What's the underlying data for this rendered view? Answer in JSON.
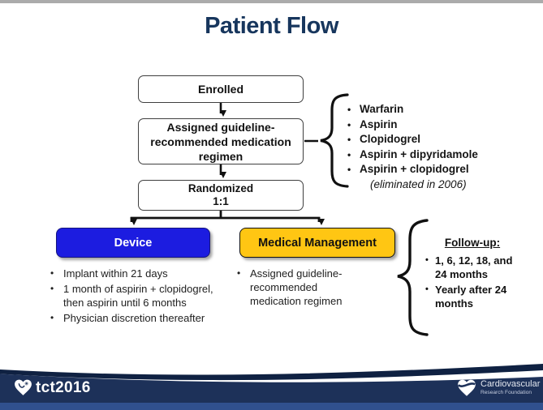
{
  "slide": {
    "title": "Patient Flow"
  },
  "flow": {
    "enrolled": "Enrolled",
    "assigned": "Assigned guideline-recommended medication regimen",
    "randomized_line1": "Randomized",
    "randomized_line2": "1:1",
    "device_label": "Device",
    "medical_label": "Medical Management"
  },
  "medications": {
    "items": [
      "Warfarin",
      "Aspirin",
      "Clopidogrel",
      "Aspirin + dipyridamole",
      "Aspirin + clopidogrel"
    ],
    "note": "(eliminated in 2006)"
  },
  "device": {
    "bullets": [
      "Implant within 21 days",
      "1 month of aspirin + clopidogrel, then aspirin until 6 months",
      "Physician discretion thereafter"
    ]
  },
  "medical": {
    "bullets": [
      "Assigned guideline-recommended medication regimen"
    ]
  },
  "followup": {
    "heading": "Follow-up:",
    "bullets": [
      "1, 6, 12, 18, and 24 months",
      "Yearly after 24 months"
    ]
  },
  "footer": {
    "left_logo": "tct2016",
    "right_logo_line1": "Cardiovascular",
    "right_logo_line2": "Research Foundation"
  },
  "colors": {
    "title_navy": "#17365d",
    "device_blue": "#1c1ce0",
    "medical_yellow": "#ffc613",
    "footer_navy": "#1d3159",
    "footer_ribbon": "#0f2142",
    "footer_strip": "#30508e"
  },
  "bullet_char": "•"
}
